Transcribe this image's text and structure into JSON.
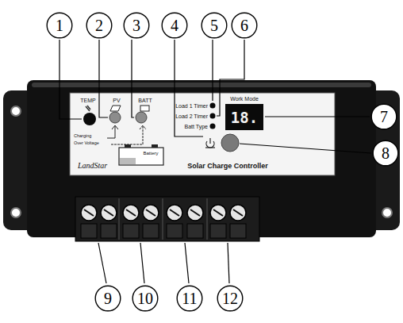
{
  "diagram": {
    "nodes": [
      {
        "text": [
          "1"
        ]
      },
      {
        "text": [
          "2"
        ]
      },
      {
        "text": [
          "3"
        ]
      },
      {
        "text": [
          "4"
        ]
      },
      {
        "text": [
          "5"
        ]
      },
      {
        "text": [
          "6"
        ]
      },
      {
        "text": [
          "7"
        ]
      },
      {
        "text": [
          "8"
        ]
      },
      {
        "text": [
          "9"
        ]
      },
      {
        "text": [
          "10"
        ]
      },
      {
        "text": [
          "11"
        ]
      },
      {
        "text": [
          "12"
        ]
      }
    ],
    "labels": [
      "TEMP",
      "PV",
      "BATT",
      "Charging",
      "Over Voltage",
      "Battery",
      "LandStar",
      "Load 1 Timer",
      "Load 2 Timer",
      "Batt Type",
      "Work Mode",
      "18.",
      "Solar Charge Controller"
    ]
  }
}
